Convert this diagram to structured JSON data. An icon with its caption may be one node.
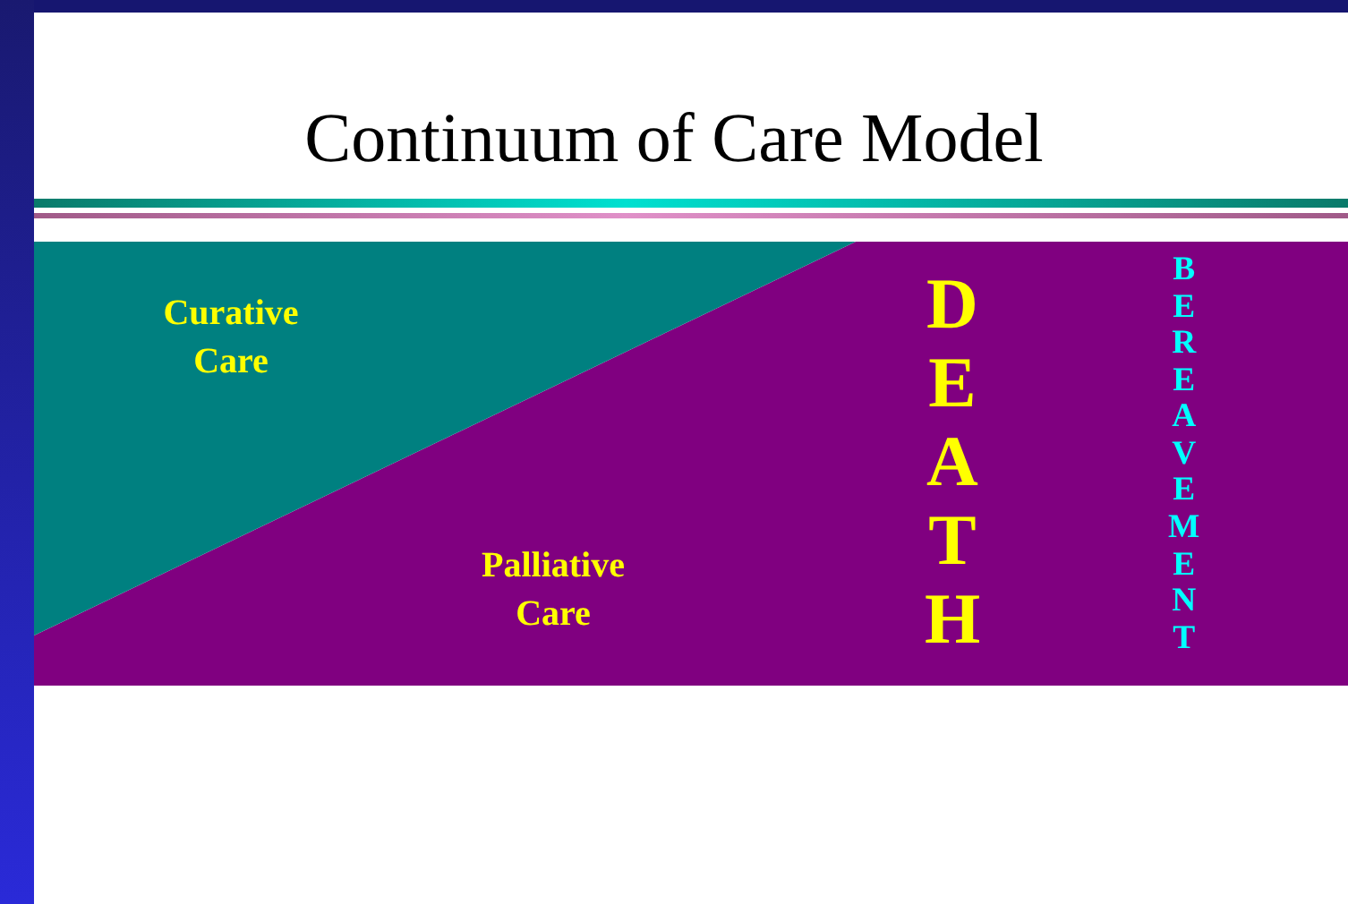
{
  "diagram": {
    "title": "Continuum of Care Model",
    "nodes": [
      {
        "text": [
          "Curative Care"
        ]
      },
      {
        "text": [
          "Palliative Care"
        ]
      }
    ],
    "edges": [],
    "labels": [
      "DEATH",
      "BEREAVEMENT"
    ]
  }
}
